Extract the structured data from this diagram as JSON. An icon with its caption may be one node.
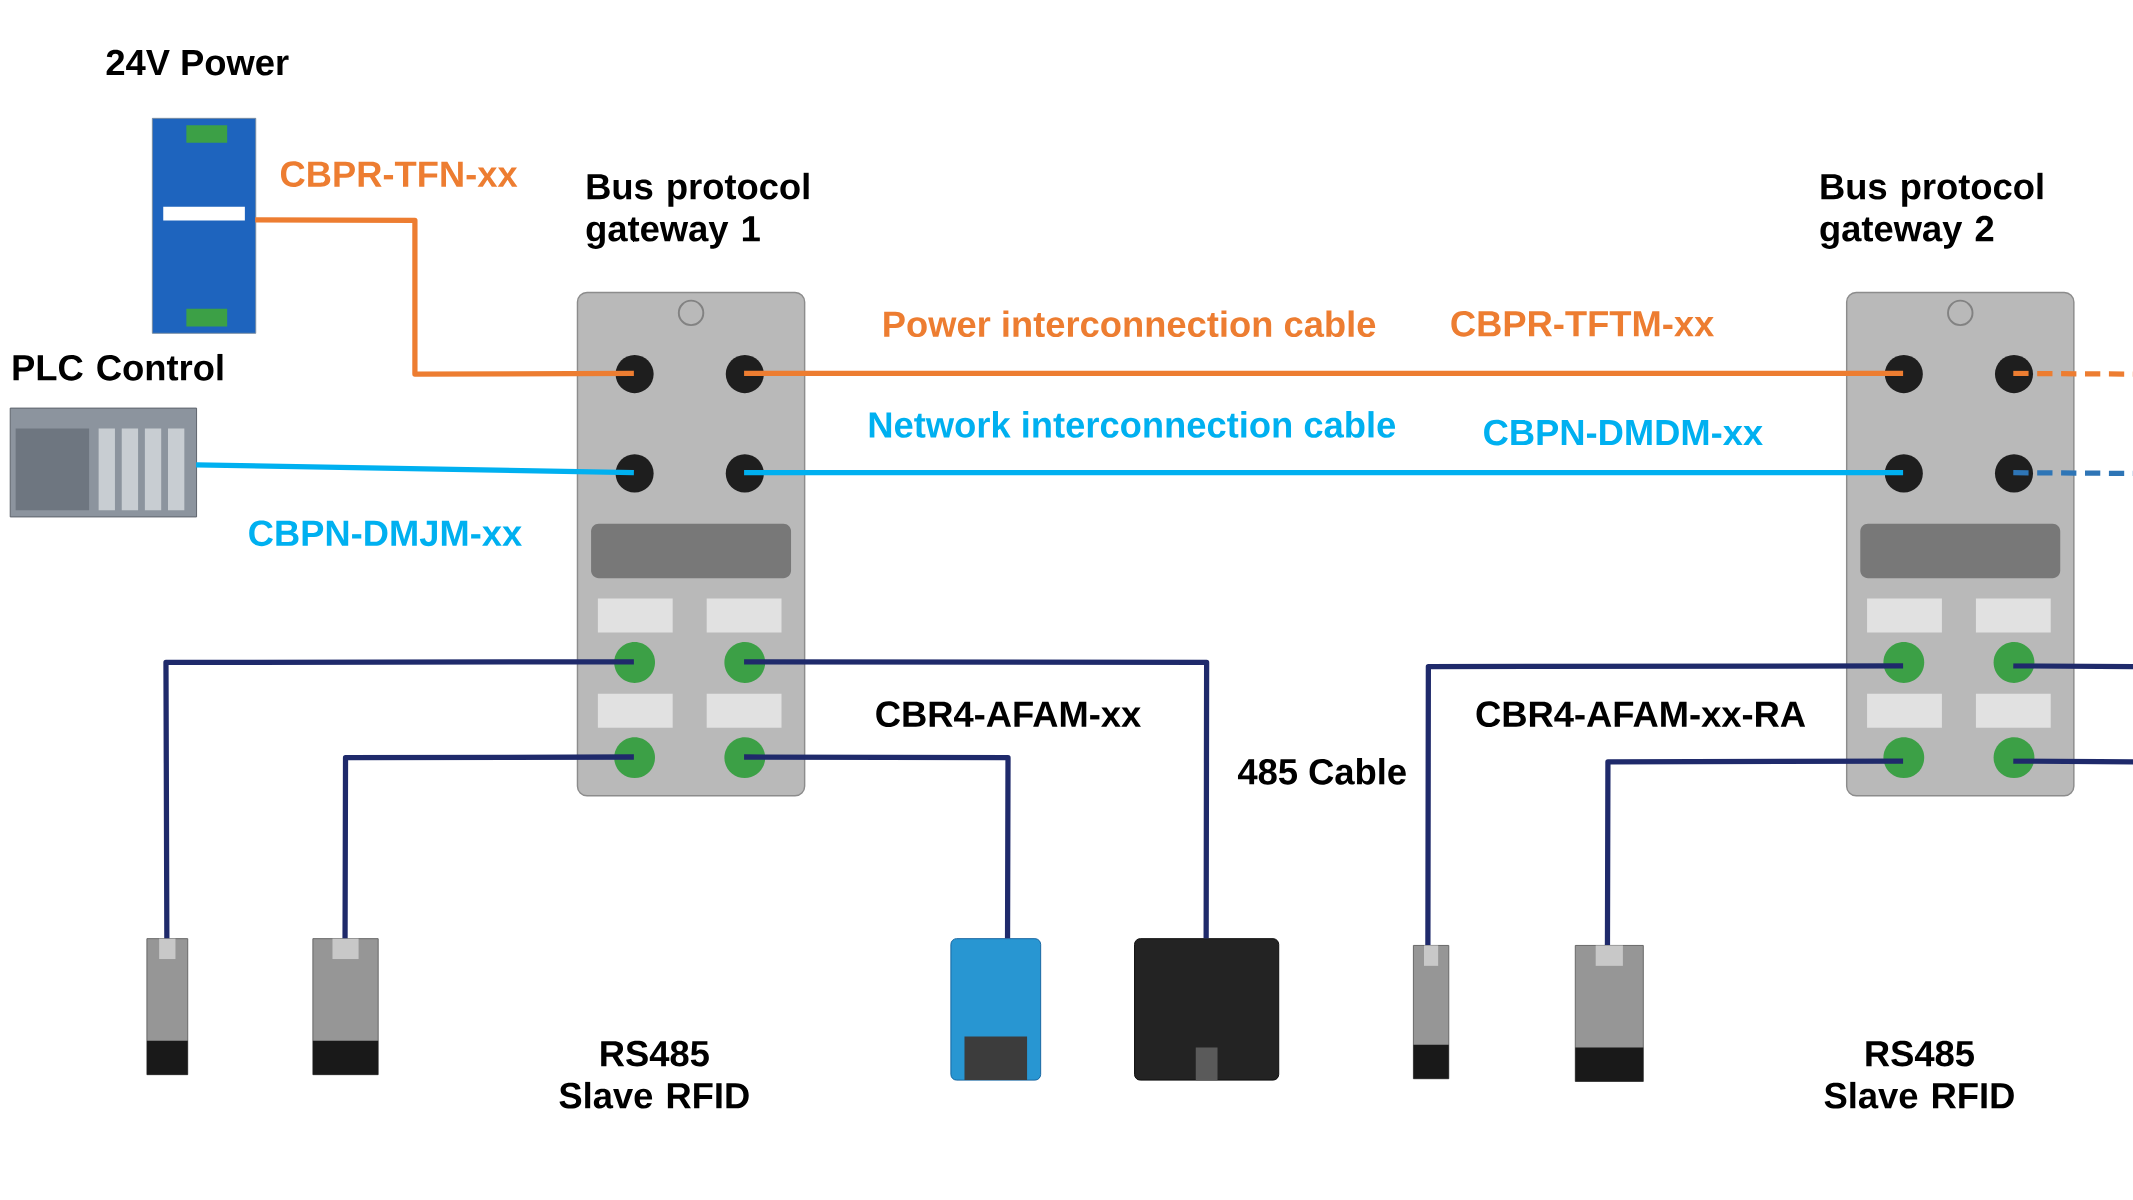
{
  "diagram": {
    "nodes": [
      {
        "text": [
          "24V Power"
        ]
      },
      {
        "text": [
          "PLC Control"
        ]
      },
      {
        "text": [
          "Bus protocol gateway 1"
        ]
      },
      {
        "text": [
          "Bus protocol gateway 2"
        ]
      },
      {
        "text": [],
        "shape": "picture"
      },
      {
        "text": [],
        "shape": "picture"
      },
      {
        "text": [],
        "shape": "picture"
      },
      {
        "text": [],
        "shape": "picture"
      },
      {
        "text": [],
        "shape": "picture"
      },
      {
        "text": [],
        "shape": "picture"
      }
    ],
    "edges": [
      {
        "from": 0,
        "to": 2,
        "arrow": "none",
        "label": "CBPR-TFN-xx",
        "color": "#ed7d31"
      },
      {
        "from": 1,
        "to": 2,
        "arrow": "none",
        "label": "CBPN-DMJM-xx",
        "color": "#00b0f0"
      },
      {
        "from": 2,
        "to": 3,
        "arrow": "none",
        "label": "CBPR-TFTM-xx",
        "color": "#ed7d31"
      },
      {
        "from": 2,
        "to": 3,
        "arrow": "none",
        "label": "CBPN-DMDM-xx",
        "color": "#00b0f0"
      },
      {
        "from": 3,
        "to": null,
        "arrow": "none",
        "style": "dashed",
        "color": "#ed7d31"
      },
      {
        "from": 3,
        "to": null,
        "arrow": "none",
        "style": "dashed",
        "color": "#2e75b6"
      },
      {
        "from": 2,
        "to": 4,
        "arrow": "none"
      },
      {
        "from": 2,
        "to": 5,
        "arrow": "none"
      },
      {
        "from": 2,
        "to": 6,
        "arrow": "none"
      },
      {
        "from": 2,
        "to": 7,
        "arrow": "none"
      },
      {
        "from": 3,
        "to": 8,
        "arrow": "none"
      },
      {
        "from": 3,
        "to": 9,
        "arrow": "none"
      },
      {
        "from": 3,
        "to": null,
        "arrow": "none"
      },
      {
        "from": 3,
        "to": null,
        "arrow": "none"
      }
    ],
    "labels": [
      "Power interconnection cable",
      "Network interconnection cable",
      "CBR4-AFAM-xx",
      "485 Cable",
      "CBR4-AFAM-xx-RA",
      "RS485 Slave RFID",
      "RS485 Slave RFID"
    ]
  }
}
